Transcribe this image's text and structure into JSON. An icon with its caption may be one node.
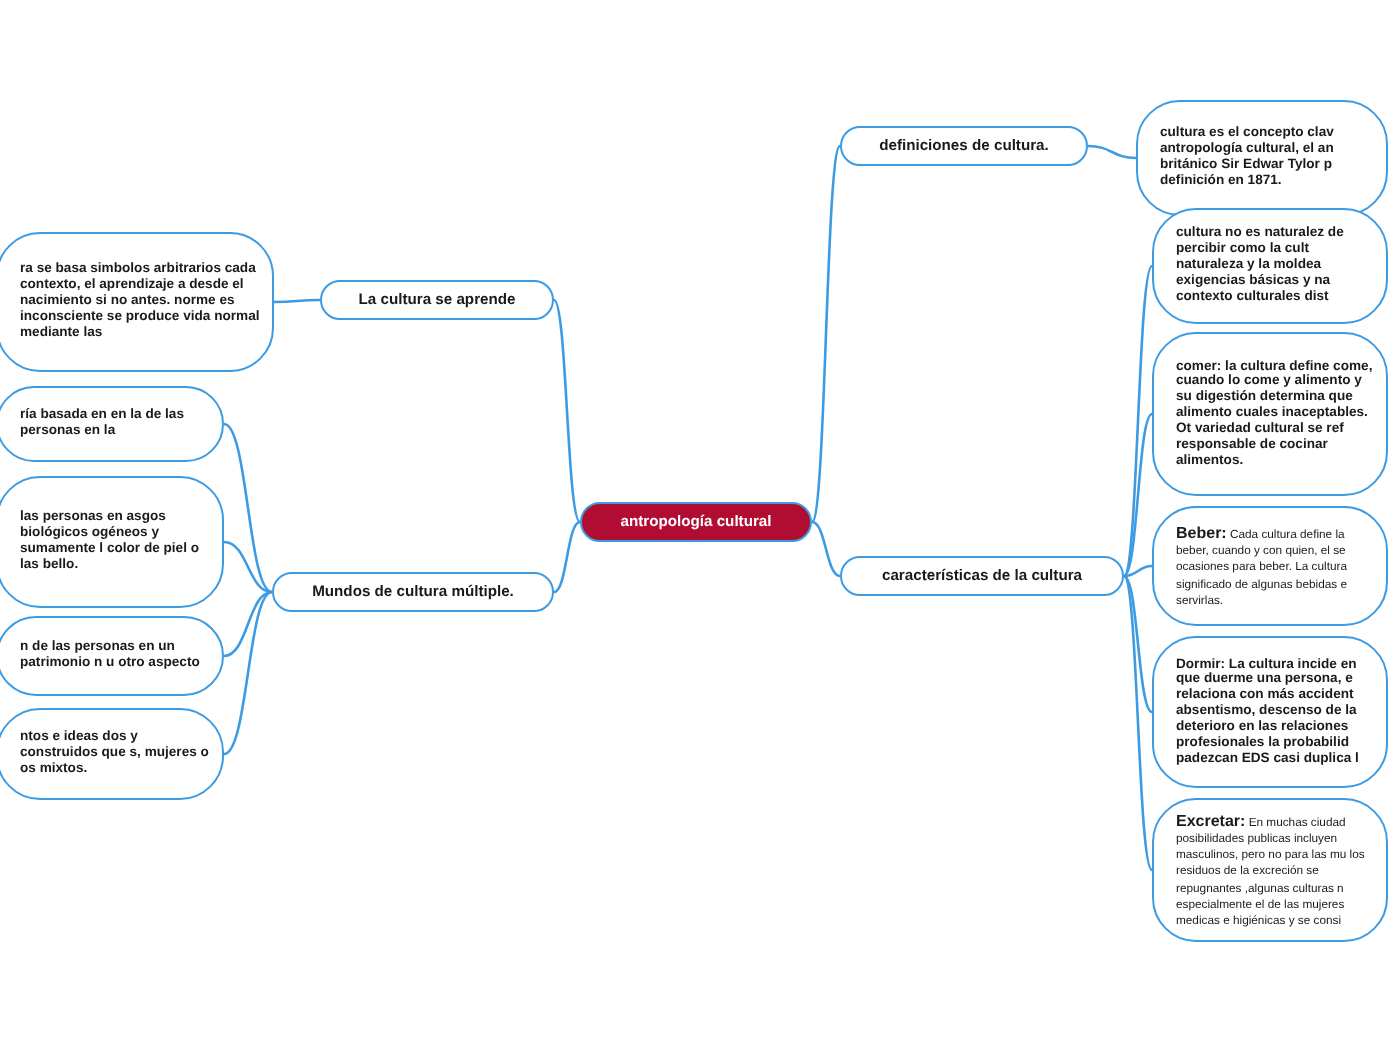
{
  "diagram": {
    "nodes": [
      {
        "text": [
          "antropología cultural"
        ]
      },
      {
        "text": [
          "definiciones de cultura."
        ]
      },
      {
        "text": [
          "cultura es el concepto clav antropología cultural, el an británico Sir Edwar Tylor p definición en 1871."
        ]
      },
      {
        "text": [
          "características de la cultura"
        ]
      },
      {
        "text": [
          "cultura no es naturalez de percibir como la cult naturaleza y la moldea exigencias básicas y na contexto culturales dist"
        ]
      },
      {
        "text": [
          "comer: la cultura define come, cuando lo come y alimento y su digestión determina que alimento cuales inaceptables. Ot variedad cultural se ref responsable de cocinar alimentos."
        ]
      },
      {
        "text": [
          "**Beber:** Cada cultura define la beber, cuando y con quien, el se ocasiones para beber. La cultura significado de algunas bebidas e servirlas."
        ]
      },
      {
        "text": [
          "Dormir: La cultura incide en que duerme una persona, e relaciona con más accident absentismo, descenso de la deterioro en las relaciones profesionales  la probabilid padezcan EDS casi duplica l"
        ]
      },
      {
        "text": [
          "**Excretar:** En muchas ciudad posibilidades publicas incluyen masculinos, pero no para las mu los residuos de la excreción se repugnantes ,algunas culturas n especialmente el de las mujeres medicas e higiénicas y se consi"
        ]
      },
      {
        "text": [
          "La cultura se aprende"
        ]
      },
      {
        "text": [
          "ra se basa simbolos arbitrarios cada contexto, el aprendizaje a desde el nacimiento si no antes. norme es inconsciente se produce vida normal mediante las"
        ]
      },
      {
        "text": [
          "Mundos de cultura múltiple."
        ]
      },
      {
        "text": [
          "ría basada en en la de las personas en la"
        ]
      },
      {
        "text": [
          "las personas en asgos biológicos ogéneos y sumamente l color de piel o las bello."
        ]
      },
      {
        "text": [
          "n de las personas en un patrimonio n u otro aspecto"
        ]
      },
      {
        "text": [
          "ntos e ideas dos y construidos que s, mujeres o os mixtos."
        ]
      }
    ],
    "edges": [
      {
        "from": 0,
        "to": 1,
        "arrow": "none"
      },
      {
        "from": 1,
        "to": 2,
        "arrow": "none"
      },
      {
        "from": 0,
        "to": 3,
        "arrow": "none"
      },
      {
        "from": 3,
        "to": 4,
        "arrow": "none"
      },
      {
        "from": 3,
        "to": 5,
        "arrow": "none"
      },
      {
        "from": 3,
        "to": 6,
        "arrow": "none"
      },
      {
        "from": 3,
        "to": 7,
        "arrow": "none"
      },
      {
        "from": 3,
        "to": 8,
        "arrow": "none"
      },
      {
        "from": 0,
        "to": 9,
        "arrow": "none"
      },
      {
        "from": 9,
        "to": 10,
        "arrow": "none"
      },
      {
        "from": 0,
        "to": 11,
        "arrow": "none"
      },
      {
        "from": 11,
        "to": 12,
        "arrow": "none"
      },
      {
        "from": 11,
        "to": 13,
        "arrow": "none"
      },
      {
        "from": 11,
        "to": 14,
        "arrow": "none"
      },
      {
        "from": 11,
        "to": 15,
        "arrow": "none"
      }
    ]
  }
}
